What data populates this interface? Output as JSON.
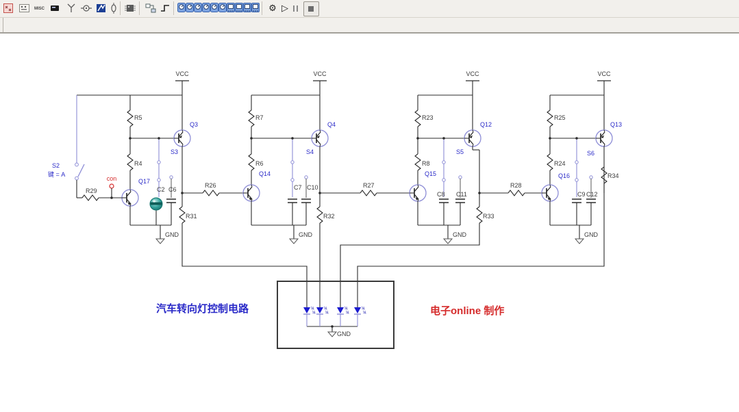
{
  "toolbar": {
    "group_icons": [
      "basic-group-icon",
      "diode-group-icon",
      "misc-group-icon",
      "indicator-group-icon",
      "rf-group-icon",
      "electromech-group-icon",
      "ni-component-icon",
      "connector-group-icon",
      "mcu-group-icon"
    ],
    "misc_label": "MISC",
    "edit_icons": [
      "hierarchy-icon",
      "bus-icon"
    ],
    "instrument_icons": [
      "multimeter-icon",
      "function-generator-icon",
      "wattmeter-icon",
      "oscilloscope-icon",
      "bode-plotter-icon",
      "frequency-counter-icon",
      "word-generator-icon",
      "logic-analyzer-icon",
      "logic-converter-icon",
      "iv-analyzer-icon"
    ],
    "sim_icons": [
      "simulation-settings-icon",
      "run-icon",
      "pause-icon",
      "stop-icon"
    ]
  },
  "schematic": {
    "title": "汽车转向灯控制电路",
    "credit": "电子online 制作",
    "colors": {
      "component_blue": "#8c8cd6",
      "label_blue": "#2a2ac8",
      "label_red": "#d52b2b",
      "wire": "#2b2b2b",
      "led_blue": "#1b1bd0",
      "cap3d_teal": "#35a49e"
    },
    "vcc_labels": [
      "VCC",
      "VCC",
      "VCC",
      "VCC"
    ],
    "gnd_labels": [
      "GND",
      "GND",
      "GND",
      "GND",
      "GND"
    ],
    "input": {
      "switch_ref": "S2",
      "switch_key": "键 = A",
      "series_resistor": "R29",
      "probe": "con"
    },
    "stages": [
      {
        "r_top": "R5",
        "r_bottom": "R4",
        "pnp": "Q3",
        "net": "S3",
        "npn": "Q17",
        "cap_left": "C2",
        "cap_right": "C6",
        "r_emitter": "R31",
        "r_coupling": "R26"
      },
      {
        "r_top": "R7",
        "r_bottom": "R6",
        "pnp": "Q4",
        "net": "S4",
        "npn": "Q14",
        "cap_left": "C7",
        "cap_right": "C10",
        "r_emitter": "R32",
        "r_coupling": "R27"
      },
      {
        "r_top": "R23",
        "r_bottom": "R8",
        "pnp": "Q12",
        "net": "S5",
        "npn": "Q15",
        "cap_left": "C8",
        "cap_right": "C11",
        "r_emitter": "R33",
        "r_coupling": "R28"
      },
      {
        "r_top": "R25",
        "r_bottom": "R24",
        "pnp": "Q13",
        "net": "S6",
        "npn": "Q16",
        "cap_left": "C9",
        "cap_right": "C12",
        "r_emitter": "R34",
        "r_coupling": null
      }
    ],
    "led_panel": {
      "gnd": "GND",
      "led_count": 4
    }
  }
}
